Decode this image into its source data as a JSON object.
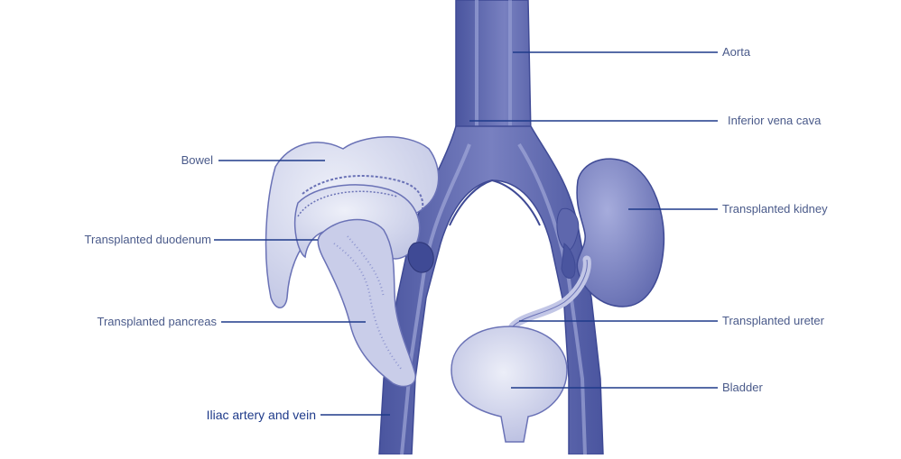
{
  "labels": {
    "aorta": "Aorta",
    "ivc": "Inferior vena cava",
    "bowel": "Bowel",
    "kidney": "Transplanted kidney",
    "duodenum": "Transplanted duodenum",
    "pancreas": "Transplanted pancreas",
    "ureter": "Transplanted ureter",
    "bladder": "Bladder",
    "iliac": "Iliac artery and vein"
  },
  "colors": {
    "vessel_fill": "#6a72b6",
    "vessel_dark": "#3f4a95",
    "vessel_light": "#9aa2d6",
    "organ_pale": "#d8dbef",
    "kidney": "#7a82c4",
    "leader": "#1e3a8a",
    "label_text": "#4a5a8a"
  }
}
